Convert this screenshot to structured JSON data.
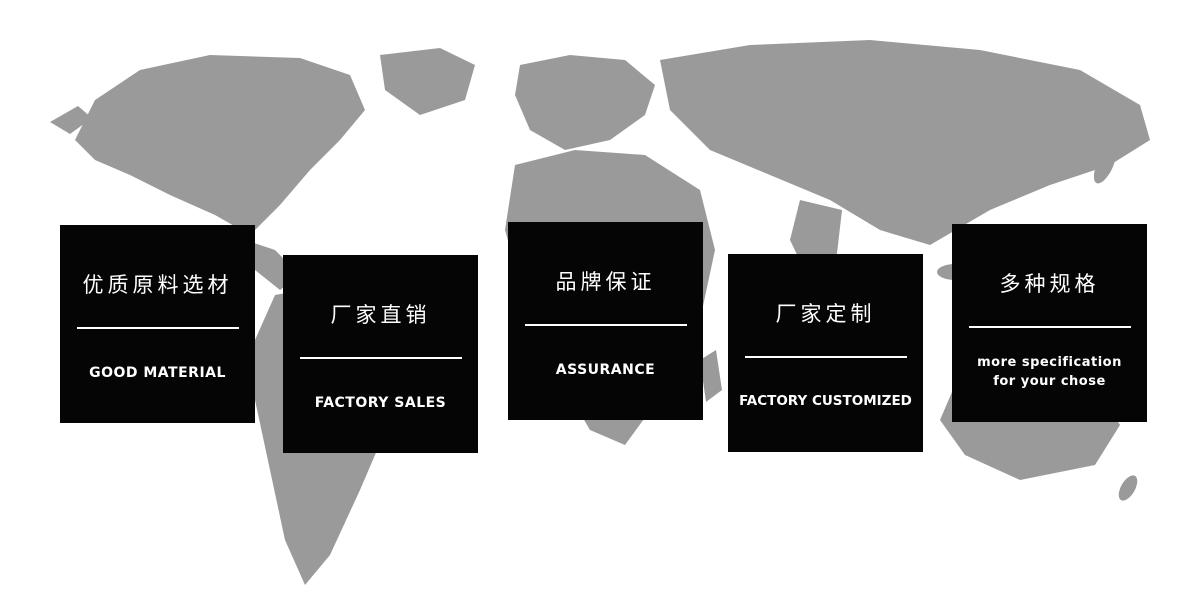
{
  "page": {
    "background_color": "#ffffff",
    "map_color": "#9a9a9a",
    "card_color": "#050505",
    "card_text_color": "#ffffff"
  },
  "map": {
    "description": "gray world map silhouette background"
  },
  "cards": [
    {
      "title_zh": "优质原料选材",
      "title_en": "GOOD MATERIAL"
    },
    {
      "title_zh": "厂家直销",
      "title_en": "FACTORY SALES"
    },
    {
      "title_zh": "品牌保证",
      "title_en": "ASSURANCE"
    },
    {
      "title_zh": "厂家定制",
      "title_en": "FACTORY CUSTOMIZED"
    },
    {
      "title_zh": "多种规格",
      "title_en": "more specification\nfor your chose"
    }
  ]
}
